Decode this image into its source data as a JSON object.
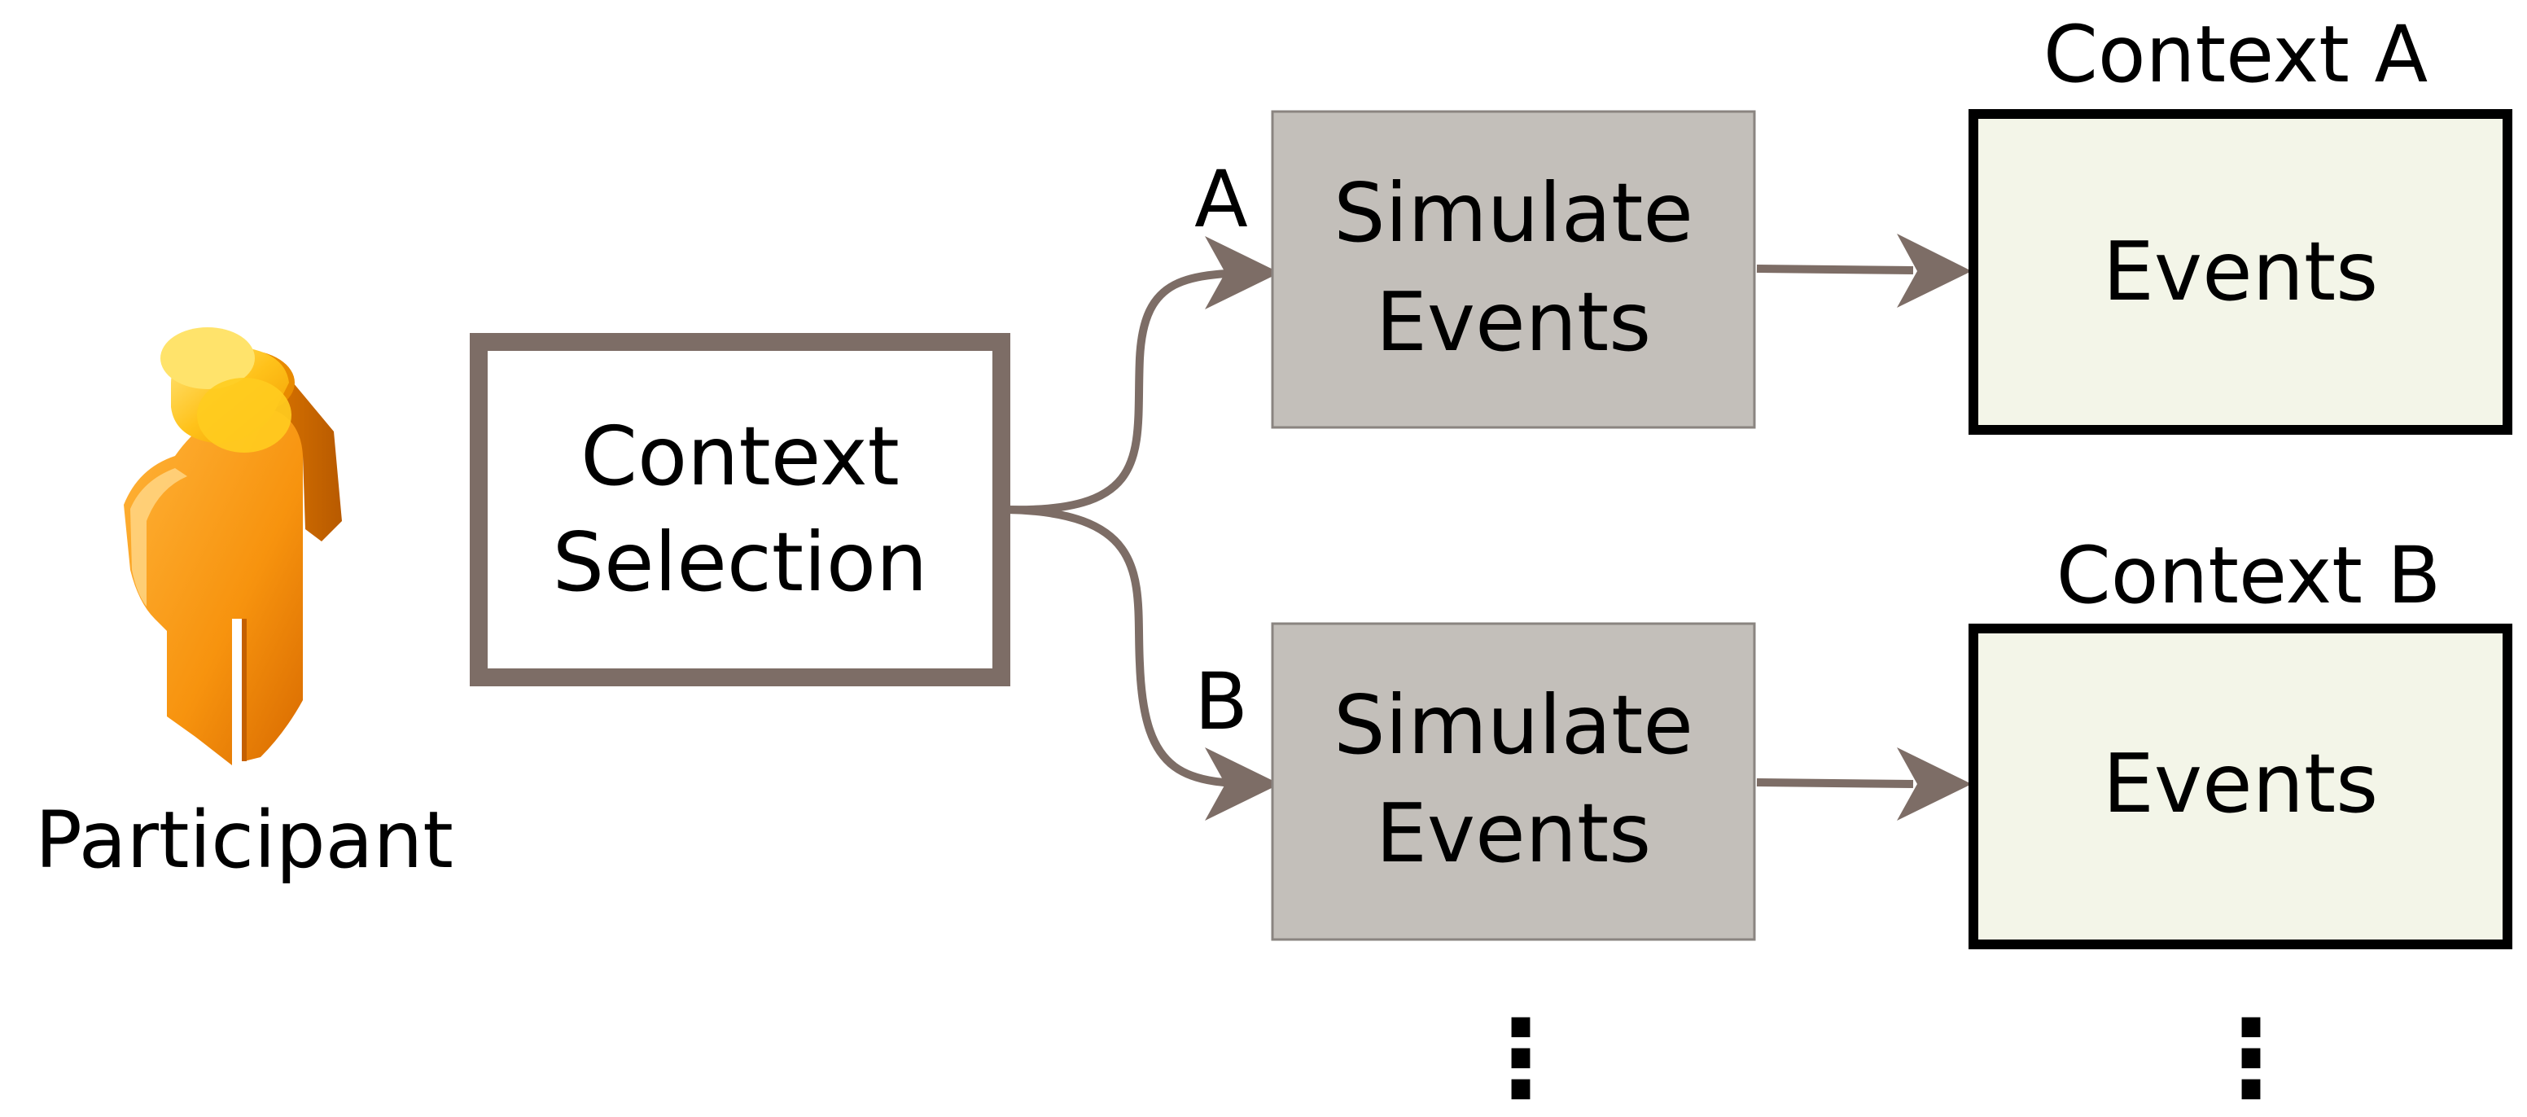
{
  "participant": {
    "label": "Participant",
    "icon": "person-icon"
  },
  "context_selection": {
    "line1": "Context",
    "line2": "Selection"
  },
  "branches": [
    {
      "label": "A",
      "simulate": {
        "line1": "Simulate",
        "line2": "Events"
      },
      "context_title": "Context A",
      "events_label": "Events"
    },
    {
      "label": "B",
      "simulate": {
        "line1": "Simulate",
        "line2": "Events"
      },
      "context_title": "Context B",
      "events_label": "Events"
    }
  ],
  "continuation": {
    "simulate_dots": "⋮",
    "context_dots": "⋮"
  },
  "colors": {
    "arrow": "#7d6d66",
    "selection_border": "#7d6d66",
    "simulate_fill": "#c3bfba",
    "simulate_border": "#8a8480",
    "context_fill": "#f3f5e8",
    "context_border": "#000000",
    "person_main": "#f7930e",
    "person_light": "#ffd23c",
    "person_dark": "#d86a00"
  }
}
